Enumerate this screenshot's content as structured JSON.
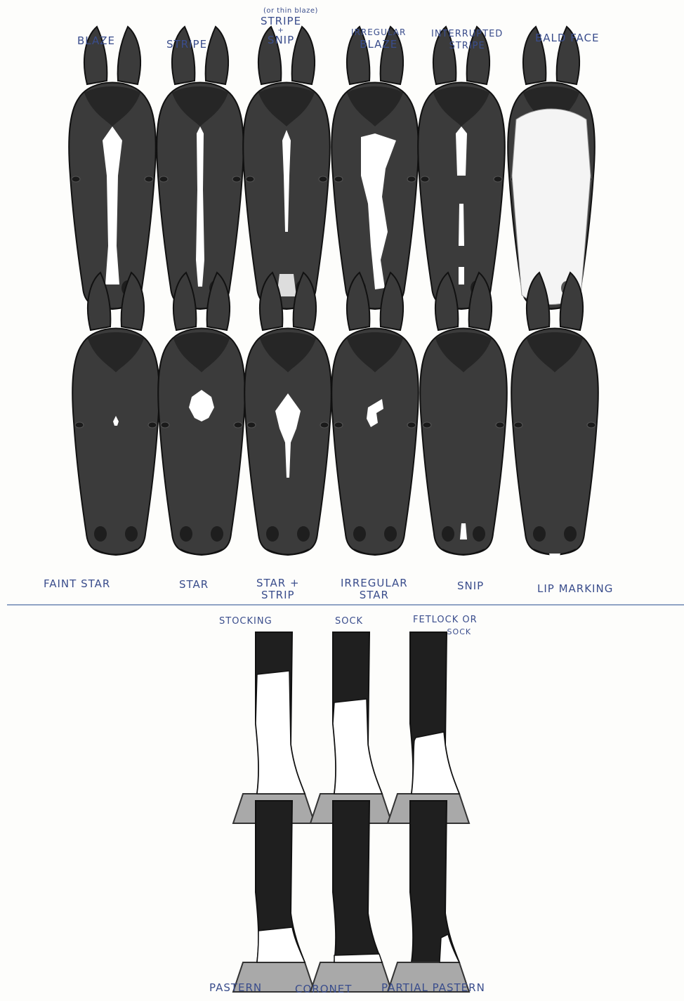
{
  "face_markings_top": [
    {
      "label": "BLAZE"
    },
    {
      "label": "STRIPE"
    },
    {
      "note": "(or thin blaze)",
      "label": "STRIPE",
      "plus": "+",
      "label2": "SNIP"
    },
    {
      "label": "IRREGULAR",
      "label2": "BLAZE"
    },
    {
      "label": "INTERRUPTED",
      "label2": "STRIPE"
    },
    {
      "label": "BALD FACE"
    }
  ],
  "face_markings_bottom": [
    {
      "label": "FAINT STAR"
    },
    {
      "label": "STAR"
    },
    {
      "label": "STAR +",
      "label2": "STRIP"
    },
    {
      "label": "IRREGULAR",
      "label2": "STAR"
    },
    {
      "label": "SNIP"
    },
    {
      "label": "LIP MARKING"
    }
  ],
  "leg_markings_top": [
    {
      "label": "STOCKING"
    },
    {
      "label": "SOCK"
    },
    {
      "label": "FETLOCK OR",
      "label2": "SOCK"
    }
  ],
  "leg_markings_bottom": [
    {
      "label": "PASTERN"
    },
    {
      "label": "CORONET"
    },
    {
      "label": "PARTIAL PASTERN"
    }
  ],
  "colors": {
    "ink": "#3a4d8c",
    "coat": "#3b3b3b",
    "white": "#ffffff",
    "hoof": "#a9a9a9",
    "divider": "#8fa3c4"
  }
}
